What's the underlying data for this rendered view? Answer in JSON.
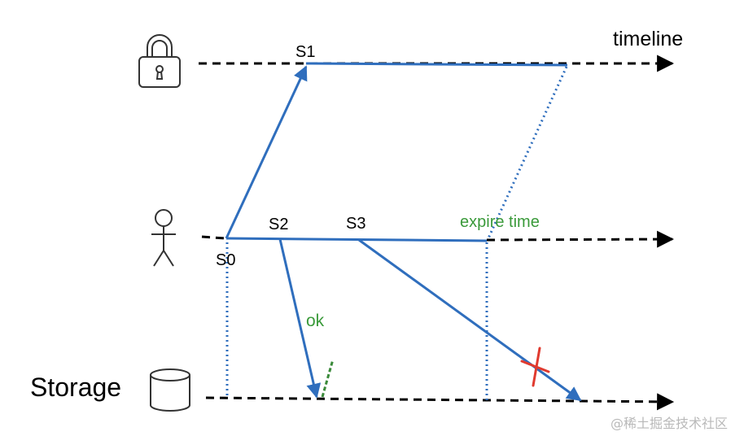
{
  "labels": {
    "timeline": "timeline",
    "s0": "S0",
    "s1": "S1",
    "s2": "S2",
    "s3": "S3",
    "expire_time": "expire time",
    "ok": "ok",
    "storage": "Storage"
  },
  "watermark": "@稀土掘金技术社区",
  "icons": {
    "lock": "lock-icon",
    "person": "person-icon",
    "storage": "database-cylinder-icon"
  },
  "colors": {
    "timeline": "#000000",
    "message": "#2f6ebd",
    "lease_dotted": "#2f6ebd",
    "ok_tick": "#3a8a3a",
    "green_text": "#3a9a3a",
    "reject_cross": "#e03a2f"
  }
}
